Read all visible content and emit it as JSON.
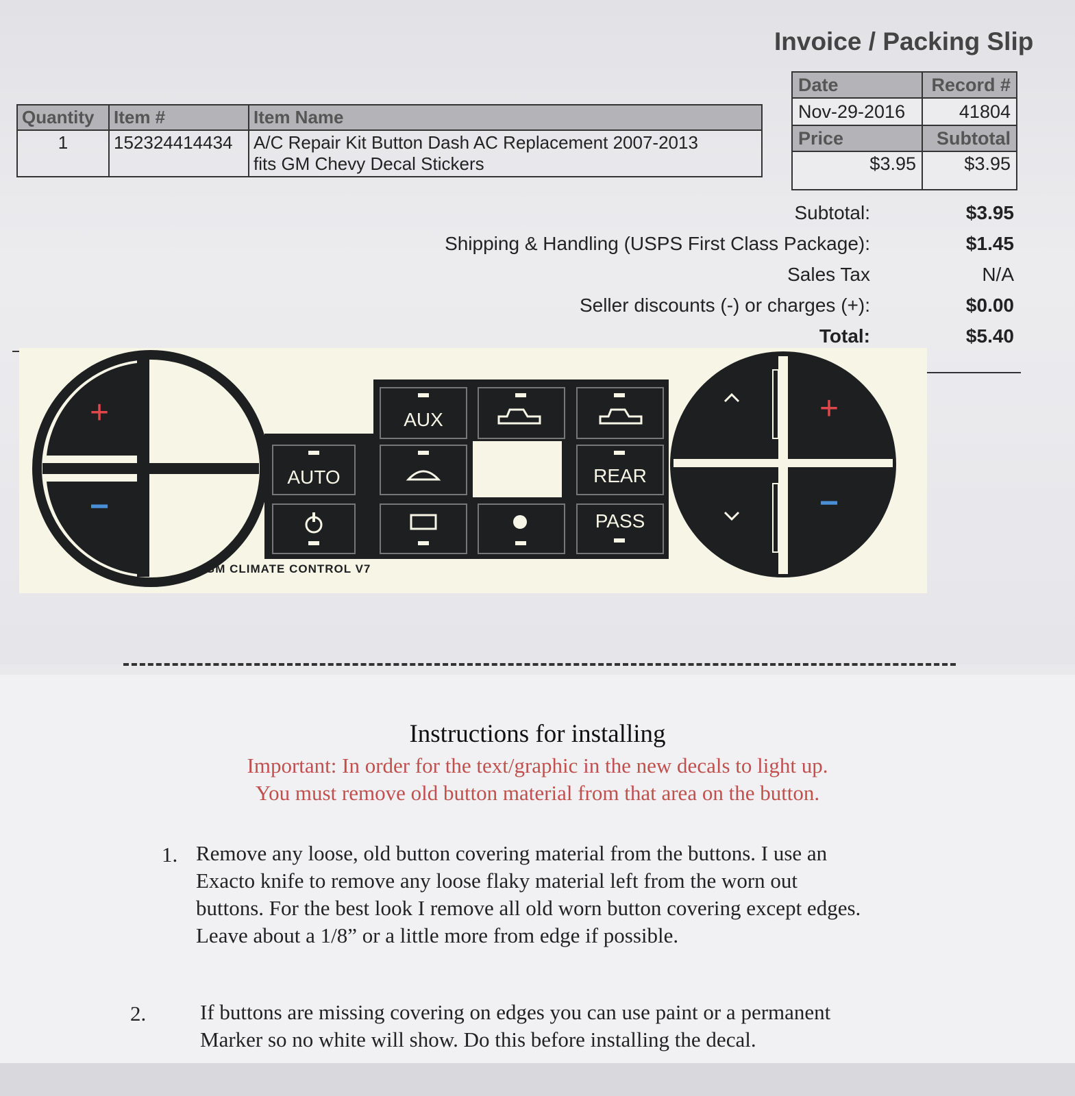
{
  "invoice": {
    "title": "Invoice / Packing Slip",
    "items_headers": [
      "Quantity",
      "Item #",
      "Item Name"
    ],
    "items": [
      {
        "quantity": "1",
        "item_number": "152324414434",
        "item_name_line1": "A/C Repair Kit Button Dash AC Replacement 2007-2013",
        "item_name_line2": "fits GM Chevy Decal Stickers"
      }
    ],
    "meta": {
      "date_label": "Date",
      "record_label": "Record #",
      "date": "Nov-29-2016",
      "record": "41804",
      "price_label": "Price",
      "subtotal_label": "Subtotal",
      "price": "$3.95",
      "subtotal": "$3.95"
    },
    "totals": [
      {
        "label": "Subtotal:",
        "value": "$3.95"
      },
      {
        "label": "Shipping & Handling (USPS First Class Package):",
        "value": "$1.45"
      },
      {
        "label": "Sales Tax",
        "value": "N/A"
      },
      {
        "label": "Seller discounts (-) or charges (+):",
        "value": "$0.00"
      },
      {
        "label": "Total:",
        "value": "$5.40"
      }
    ]
  },
  "decal": {
    "caption": "GM CLIMATE CONTROL V7",
    "buttons": {
      "aux": "AUX",
      "auto": "AUTO",
      "rear": "REAR",
      "pass": "PASS",
      "plus": "+",
      "minus": "−"
    },
    "colors": {
      "decal_black": "#1d1f21",
      "plus_red": "#e0464a",
      "minus_blue": "#4a8fd6"
    }
  },
  "instructions": {
    "title": "Instructions for installing",
    "important_line1": "Important: In order for the text/graphic in the new decals to light up.",
    "important_line2": "You must remove old button material from that area on the button.",
    "steps": [
      {
        "number": "1.",
        "lines": [
          "Remove any loose, old button covering material from the buttons. I use an",
          "Exacto knife to remove any loose flaky material left from the worn out",
          "buttons. For the best look I remove all old worn button covering except edges.",
          "Leave about a 1/8” or a little more from edge if possible."
        ]
      },
      {
        "number": "2.",
        "lines": [
          "If buttons are missing covering on edges you can use paint or a permanent",
          "Marker so no white will show. Do this before installing the decal."
        ]
      }
    ]
  }
}
